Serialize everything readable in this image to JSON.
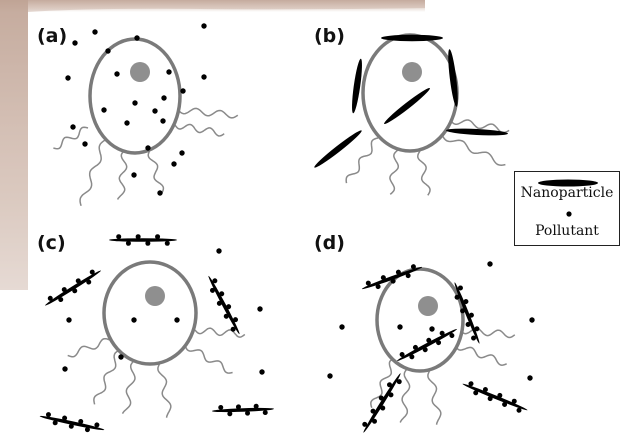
{
  "panels": [
    {
      "id": "a",
      "label": "(a)"
    },
    {
      "id": "b",
      "label": "(b)"
    },
    {
      "id": "c",
      "label": "(c)"
    },
    {
      "id": "d",
      "label": "(d)"
    }
  ],
  "legend": {
    "nanoparticle_label": "Nanoparticle",
    "pollutant_label": "Pollutant"
  },
  "colors": {
    "cell_membrane": "#7a7a7a",
    "nucleus": "#8f8f8f",
    "ink": "#000000",
    "flagella": "#8a8a8a"
  },
  "icons": {
    "nanoparticle": "black-ellipse",
    "pollutant": "black-dot",
    "cell": "oval-cell",
    "nucleus": "grey-circle"
  }
}
